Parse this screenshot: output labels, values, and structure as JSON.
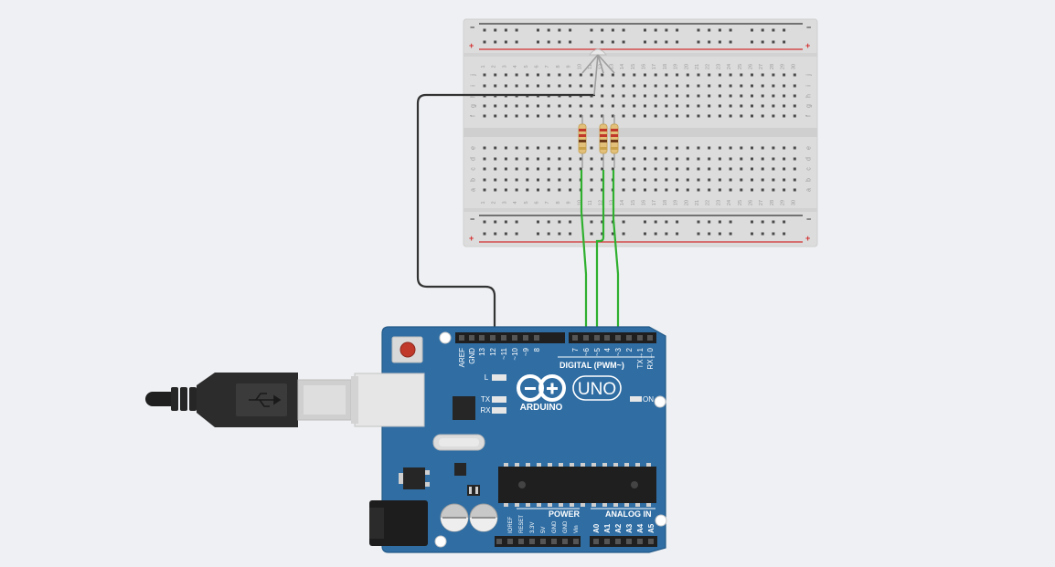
{
  "breadboard": {
    "columns": [
      "1",
      "2",
      "3",
      "4",
      "5",
      "6",
      "7",
      "8",
      "9",
      "10",
      "11",
      "12",
      "13",
      "14",
      "15",
      "16",
      "17",
      "18",
      "19",
      "20",
      "21",
      "22",
      "23",
      "24",
      "25",
      "26",
      "27",
      "28",
      "29",
      "30"
    ],
    "top_rows": [
      "j",
      "i",
      "h",
      "g",
      "f"
    ],
    "bottom_rows": [
      "e",
      "d",
      "c",
      "b",
      "a"
    ],
    "rail_minus": "−",
    "rail_plus": "+"
  },
  "arduino": {
    "logo_text": "ARDUINO",
    "model": "UNO",
    "digital_title": "DIGITAL (PWM~)",
    "digital_pins": [
      "AREF",
      "GND",
      "13",
      "12",
      "~11",
      "~10",
      "~9",
      "8",
      "7",
      "~6",
      "~5",
      "4",
      "~3",
      "2",
      "TX→1",
      "RX←0"
    ],
    "led_l": "L",
    "led_tx": "TX",
    "led_rx": "RX",
    "on_label": "ON",
    "power_title": "POWER",
    "power_pins": [
      "IOREF",
      "RESET",
      "3.3V",
      "5V",
      "GND",
      "GND",
      "Vin"
    ],
    "analog_title": "ANALOG IN",
    "analog_pins": [
      "A0",
      "A1",
      "A2",
      "A3",
      "A4",
      "A5"
    ]
  },
  "colors": {
    "board_blue": "#2f6da3",
    "wire_green": "#2fb02f",
    "wire_black": "#333333",
    "breadboard": "#dcdcdc",
    "rail_red": "#d32f2f"
  }
}
